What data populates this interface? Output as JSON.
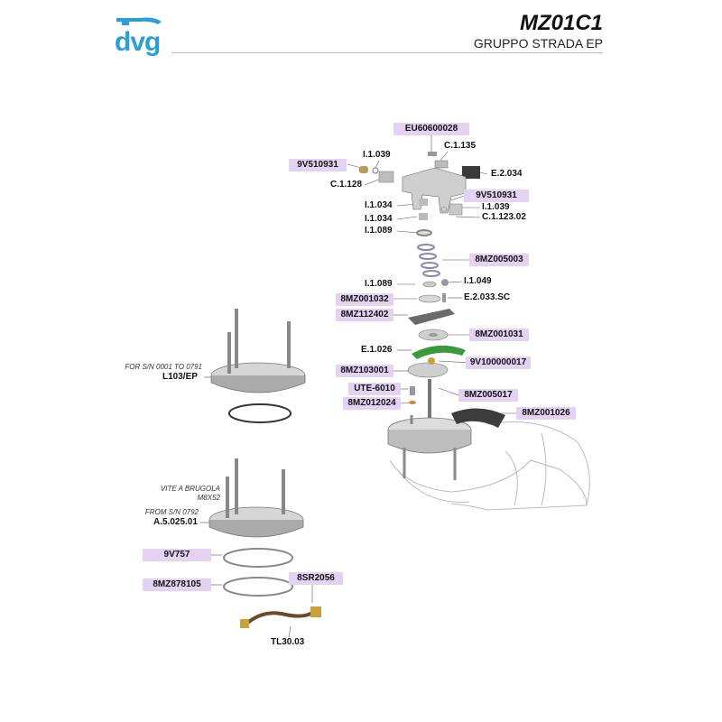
{
  "header": {
    "logo_text": "dvg",
    "code": "MZ01C1",
    "subtitle": "GRUPPO STRADA EP"
  },
  "colors": {
    "brand": "#2a9fd6",
    "tag_bg": "#e4d2f2",
    "gasket_green": "#3a9a3a"
  },
  "parts": {
    "eu60600028": "EU60600028",
    "c1135": "C.1.135",
    "i1039_a": "I.1.039",
    "v9v510931_a": "9V510931",
    "e2034": "E.2.034",
    "c1128": "C.1.128",
    "v9v510931_b": "9V510931",
    "i1034_a": "I.1.034",
    "i1039_b": "I.1.039",
    "i1034_b": "I.1.034",
    "c112302": "C.1.123.02",
    "i1089_a": "I.1.089",
    "mz005003": "8MZ005003",
    "i1089_b": "I.1.089",
    "i1049": "I.1.049",
    "mz001032": "8MZ001032",
    "e2033sc": "E.2.033.SC",
    "mz112402": "8MZ112402",
    "mz001031": "8MZ001031",
    "e1026": "E.1.026",
    "mz103001": "8MZ103001",
    "v9v100000017": "9V100000017",
    "ute6010": "UTE-6010",
    "mz005017": "8MZ005017",
    "mz012024": "8MZ012024",
    "mz001026": "8MZ001026",
    "for_sn_1": "FOR S/N 0001 TO 0791",
    "l103ep": "L103/EP",
    "vite": "VITE A BRUGOLA",
    "m8x52": "M8X52",
    "from_sn": "FROM S/N 0792",
    "a502501": "A.5.025.01",
    "v9v757": "9V757",
    "mz878105": "8MZ878105",
    "sr2056": "8SR2056",
    "tl3003": "TL30.03"
  }
}
